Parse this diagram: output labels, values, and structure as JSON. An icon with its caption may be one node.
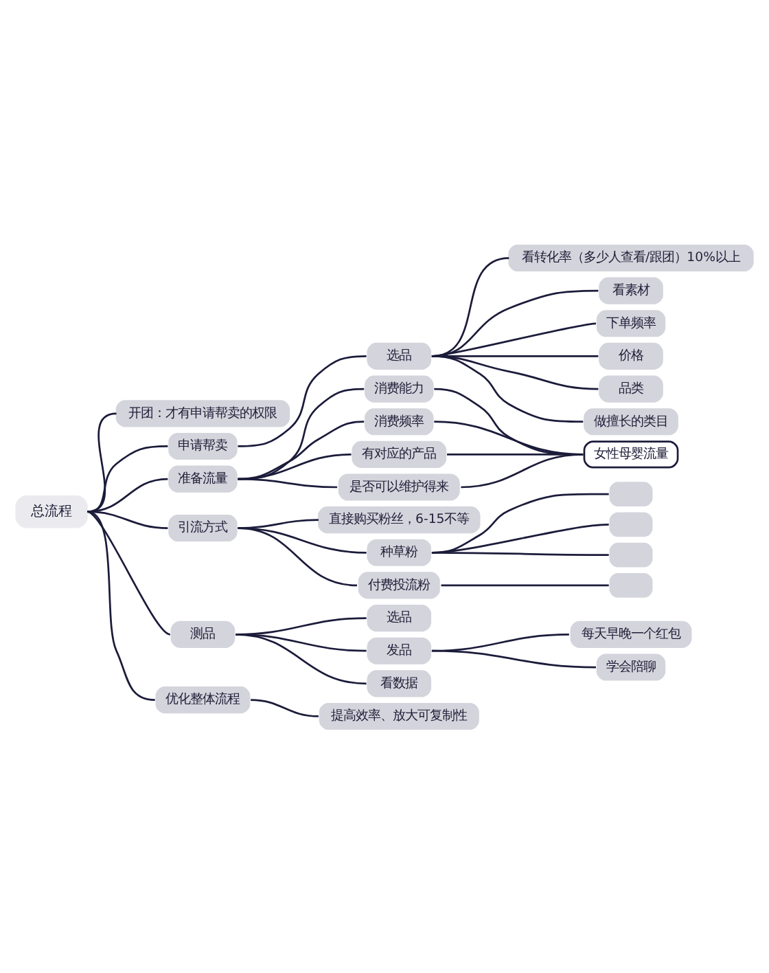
{
  "diagram": {
    "nodes": [
      {
        "text": [
          "总流程"
        ]
      },
      {
        "text": [
          "开团：才有申请帮卖的权限"
        ]
      },
      {
        "text": [
          "申请帮卖"
        ]
      },
      {
        "text": [
          "选品"
        ]
      },
      {
        "text": [
          "看转化率（多少人查看/跟团）10%以上"
        ]
      },
      {
        "text": [
          "看素材"
        ]
      },
      {
        "text": [
          "下单频率"
        ]
      },
      {
        "text": [
          "价格"
        ]
      },
      {
        "text": [
          "品类"
        ]
      },
      {
        "text": [
          "做擅长的类目"
        ]
      },
      {
        "text": [
          "准备流量"
        ]
      },
      {
        "text": [
          "消费能力"
        ]
      },
      {
        "text": [
          "消费频率"
        ]
      },
      {
        "text": [
          "有对应的产品"
        ]
      },
      {
        "text": [
          "是否可以维护得来"
        ]
      },
      {
        "text": [
          "女性母婴流量"
        ]
      },
      {
        "text": [
          "引流方式"
        ]
      },
      {
        "text": [
          "直接购买粉丝，6-15不等"
        ]
      },
      {
        "text": [
          "种草粉"
        ]
      },
      {
        "text": [],
        "shape": "box"
      },
      {
        "text": [],
        "shape": "box"
      },
      {
        "text": [],
        "shape": "box"
      },
      {
        "text": [
          "付费投流粉"
        ]
      },
      {
        "text": [],
        "shape": "box"
      },
      {
        "text": [
          "测品"
        ]
      },
      {
        "text": [
          "选品"
        ]
      },
      {
        "text": [
          "发品"
        ]
      },
      {
        "text": [
          "每天早晚一个红包"
        ]
      },
      {
        "text": [
          "学会陪聊"
        ]
      },
      {
        "text": [
          "看数据"
        ]
      },
      {
        "text": [
          "优化整体流程"
        ]
      },
      {
        "text": [
          "提高效率、放大可复制性"
        ]
      }
    ],
    "edges": [
      {
        "from": 0,
        "to": 1,
        "arrow": "none"
      },
      {
        "from": 0,
        "to": 2,
        "arrow": "none"
      },
      {
        "from": 2,
        "to": 3,
        "arrow": "none"
      },
      {
        "from": 3,
        "to": 4,
        "arrow": "none"
      },
      {
        "from": 3,
        "to": 5,
        "arrow": "none"
      },
      {
        "from": 3,
        "to": 6,
        "arrow": "none"
      },
      {
        "from": 3,
        "to": 7,
        "arrow": "none"
      },
      {
        "from": 3,
        "to": 8,
        "arrow": "none"
      },
      {
        "from": 3,
        "to": 9,
        "arrow": "none"
      },
      {
        "from": 0,
        "to": 10,
        "arrow": "none"
      },
      {
        "from": 10,
        "to": 11,
        "arrow": "none"
      },
      {
        "from": 10,
        "to": 12,
        "arrow": "none"
      },
      {
        "from": 10,
        "to": 13,
        "arrow": "none"
      },
      {
        "from": 10,
        "to": 14,
        "arrow": "none"
      },
      {
        "from": 11,
        "to": 15,
        "arrow": "none"
      },
      {
        "from": 12,
        "to": 15,
        "arrow": "none"
      },
      {
        "from": 13,
        "to": 15,
        "arrow": "none"
      },
      {
        "from": 14,
        "to": 15,
        "arrow": "none"
      },
      {
        "from": 0,
        "to": 16,
        "arrow": "none"
      },
      {
        "from": 16,
        "to": 17,
        "arrow": "none"
      },
      {
        "from": 16,
        "to": 18,
        "arrow": "none"
      },
      {
        "from": 18,
        "to": 19,
        "arrow": "none"
      },
      {
        "from": 18,
        "to": 20,
        "arrow": "none"
      },
      {
        "from": 18,
        "to": 21,
        "arrow": "none"
      },
      {
        "from": 16,
        "to": 22,
        "arrow": "none"
      },
      {
        "from": 22,
        "to": 23,
        "arrow": "none"
      },
      {
        "from": 0,
        "to": 24,
        "arrow": "none"
      },
      {
        "from": 24,
        "to": 25,
        "arrow": "none"
      },
      {
        "from": 24,
        "to": 26,
        "arrow": "none"
      },
      {
        "from": 26,
        "to": 27,
        "arrow": "none"
      },
      {
        "from": 26,
        "to": 28,
        "arrow": "none"
      },
      {
        "from": 24,
        "to": 29,
        "arrow": "none"
      },
      {
        "from": 0,
        "to": 30,
        "arrow": "none"
      },
      {
        "from": 30,
        "to": 31,
        "arrow": "none"
      }
    ]
  }
}
